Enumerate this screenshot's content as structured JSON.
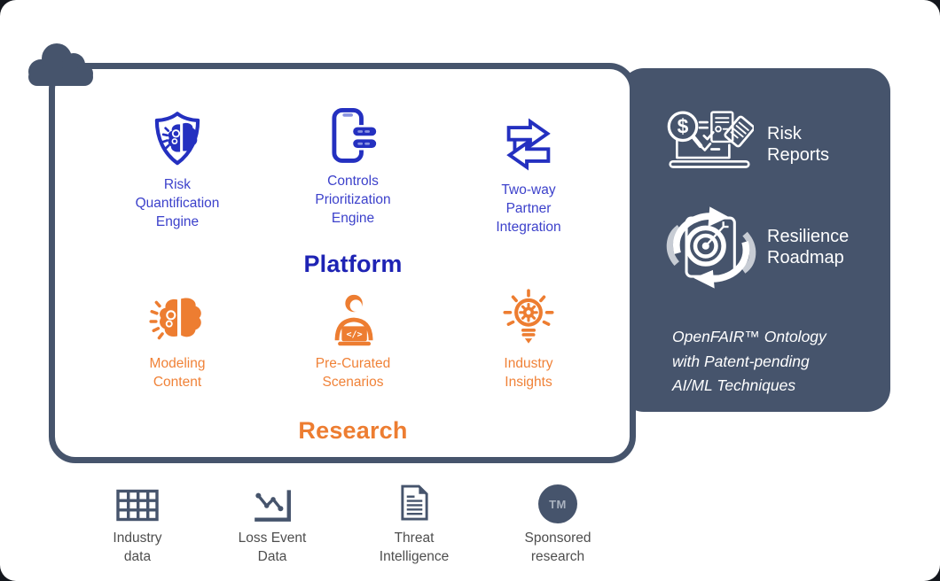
{
  "colors": {
    "slate": "#46546C",
    "blue_icon": "#2430C0",
    "blue_label": "#3C41CB",
    "blue_heading": "#1E23B4",
    "orange": "#ED7D31",
    "orange_label": "#F08238",
    "panel_text": "#FFFFFF",
    "source_label": "#4E4E4E",
    "tm_text": "#A9B2BF"
  },
  "platform": {
    "heading": "Platform",
    "items": [
      {
        "icon": "shield-brain-icon",
        "label": "Risk\nQuantification\nEngine"
      },
      {
        "icon": "phone-controls-icon",
        "label": "Controls\nPrioritization\nEngine"
      },
      {
        "icon": "two-way-arrows-icon",
        "label": "Two-way\nPartner\nIntegration"
      }
    ]
  },
  "research": {
    "heading": "Research",
    "items": [
      {
        "icon": "brain-gears-icon",
        "label": "Modeling\nContent"
      },
      {
        "icon": "analyst-laptop-icon",
        "label": "Pre-Curated\nScenarios",
        "icon_glyph": "</>"
      },
      {
        "icon": "lightbulb-gear-icon",
        "label": "Industry\nInsights"
      }
    ]
  },
  "side_panel": {
    "items": [
      {
        "icon": "risk-reports-icon",
        "label": "Risk\nReports",
        "icon_glyph": "$"
      },
      {
        "icon": "resilience-roadmap-icon",
        "label": "Resilience\nRoadmap"
      }
    ],
    "note": "OpenFAIR™ Ontology\nwith Patent-pending\nAI/ML Techniques"
  },
  "sources": {
    "items": [
      {
        "icon": "data-table-icon",
        "label": "Industry\ndata"
      },
      {
        "icon": "loss-chart-icon",
        "label": "Loss Event\nData"
      },
      {
        "icon": "threat-document-icon",
        "label": "Threat\nIntelligence"
      },
      {
        "icon": "tm-badge-icon",
        "label": "Sponsored\nresearch",
        "badge": "TM"
      }
    ]
  }
}
